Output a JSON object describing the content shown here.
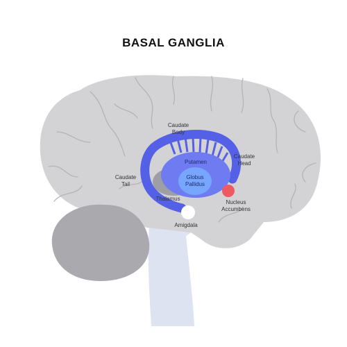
{
  "title": "BASAL GANGLIA",
  "labels": {
    "caudate_body": [
      "Caudate",
      "Body"
    ],
    "caudate_head": [
      "Caudate",
      "Head"
    ],
    "caudate_tail": [
      "Caudate",
      "Tail"
    ],
    "putamen": "Putamen",
    "globus_pallidus": [
      "Globus",
      "Pallidus"
    ],
    "thalamus": "Thalamus",
    "nucleus_accumbens": [
      "Nucleus",
      "Accumbens"
    ],
    "amigdala": "Amigdala"
  },
  "side_id": "461350887",
  "colors": {
    "brain": "#d3d3d6",
    "brain_fold": "#b3b3b8",
    "cerebellum": "#a9a9ae",
    "brainstem": "#dde3f1",
    "caudate": "#5460e6",
    "putamen": "#6f7bf0",
    "globus_pallidus": "#76a6ff",
    "thalamus": "#9e9ea5",
    "nucleus_accumbens": "#ee5a61",
    "amigdala": "#ffffff"
  }
}
